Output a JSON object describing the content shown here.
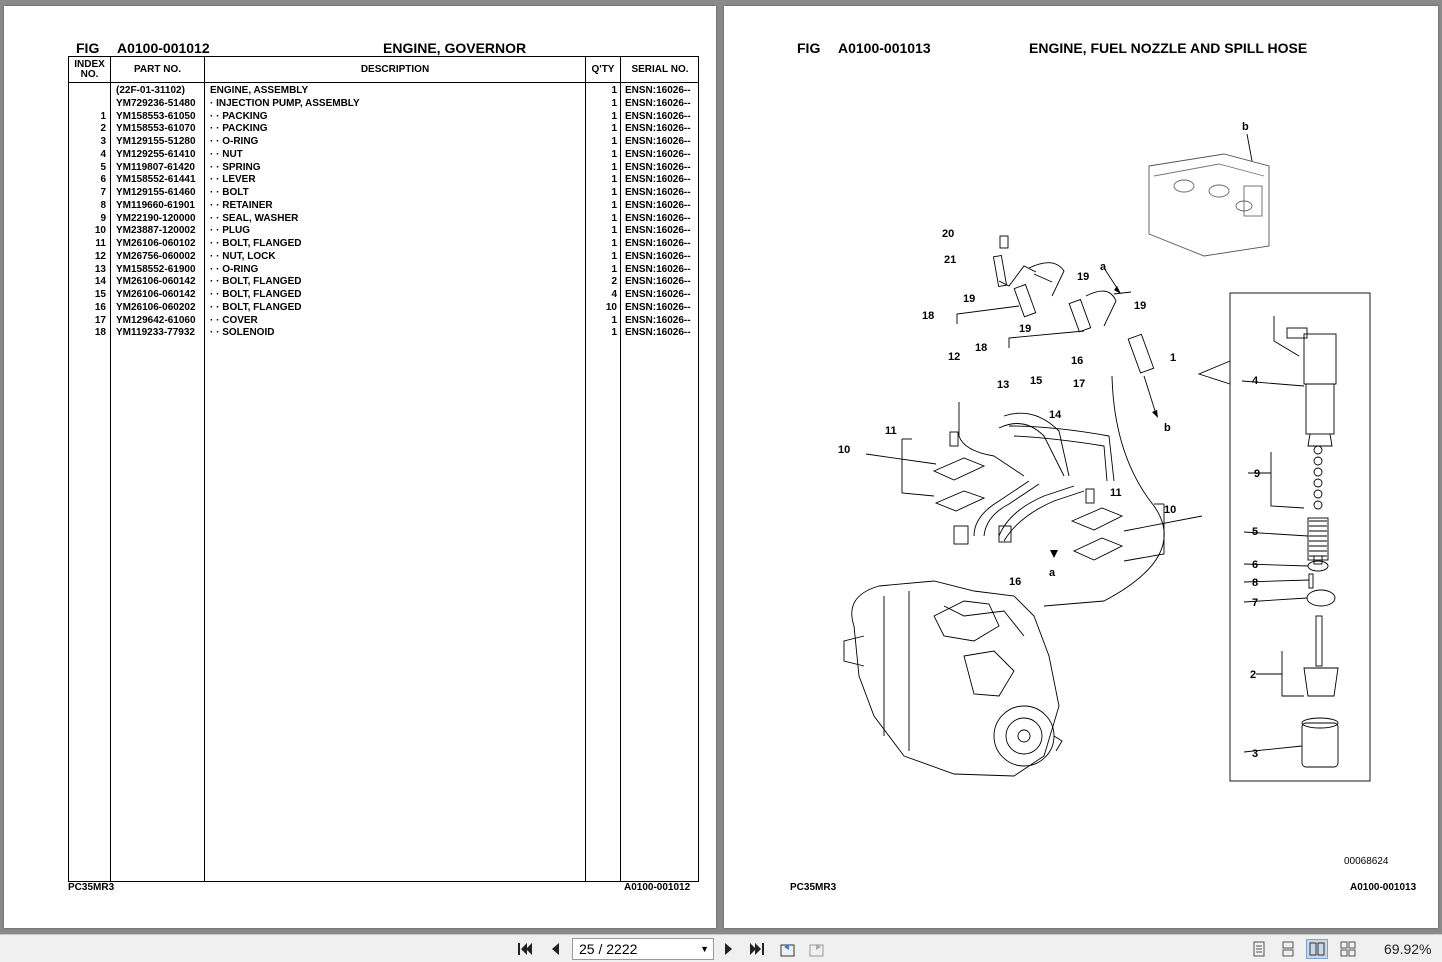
{
  "left_page": {
    "fig_label": "FIG",
    "fig_number": "A0100-001012",
    "title": "ENGINE, GOVERNOR",
    "columns": {
      "index": "INDEX NO.",
      "part": "PART NO.",
      "desc": "DESCRIPTION",
      "qty": "Q'TY",
      "serial": "SERIAL NO."
    },
    "rows": [
      {
        "index": "",
        "part": "(22F-01-31102)",
        "desc": "ENGINE, ASSEMBLY",
        "qty": "1",
        "serial": "ENSN:16026--"
      },
      {
        "index": "",
        "part": "YM729236-51480",
        "desc": "·  INJECTION PUMP, ASSEMBLY",
        "qty": "1",
        "serial": "ENSN:16026--"
      },
      {
        "index": "1",
        "part": "YM158553-61050",
        "desc": "·  ·  PACKING",
        "qty": "1",
        "serial": "ENSN:16026--"
      },
      {
        "index": "2",
        "part": "YM158553-61070",
        "desc": "·  ·  PACKING",
        "qty": "1",
        "serial": "ENSN:16026--"
      },
      {
        "index": "3",
        "part": "YM129155-51280",
        "desc": "·  ·  O-RING",
        "qty": "1",
        "serial": "ENSN:16026--"
      },
      {
        "index": "4",
        "part": "YM129255-61410",
        "desc": "·  ·  NUT",
        "qty": "1",
        "serial": "ENSN:16026--"
      },
      {
        "index": "5",
        "part": "YM119807-61420",
        "desc": "·  ·  SPRING",
        "qty": "1",
        "serial": "ENSN:16026--"
      },
      {
        "index": "6",
        "part": "YM158552-61441",
        "desc": "·  ·  LEVER",
        "qty": "1",
        "serial": "ENSN:16026--"
      },
      {
        "index": "7",
        "part": "YM129155-61460",
        "desc": "·  ·  BOLT",
        "qty": "1",
        "serial": "ENSN:16026--"
      },
      {
        "index": "8",
        "part": "YM119660-61901",
        "desc": "·  ·  RETAINER",
        "qty": "1",
        "serial": "ENSN:16026--"
      },
      {
        "index": "9",
        "part": "YM22190-120000",
        "desc": "·  ·  SEAL, WASHER",
        "qty": "1",
        "serial": "ENSN:16026--"
      },
      {
        "index": "10",
        "part": "YM23887-120002",
        "desc": "·  ·  PLUG",
        "qty": "1",
        "serial": "ENSN:16026--"
      },
      {
        "index": "11",
        "part": "YM26106-060102",
        "desc": "·  ·  BOLT, FLANGED",
        "qty": "1",
        "serial": "ENSN:16026--"
      },
      {
        "index": "12",
        "part": "YM26756-060002",
        "desc": "·  ·  NUT, LOCK",
        "qty": "1",
        "serial": "ENSN:16026--"
      },
      {
        "index": "13",
        "part": "YM158552-61900",
        "desc": "·  ·  O-RING",
        "qty": "1",
        "serial": "ENSN:16026--"
      },
      {
        "index": "14",
        "part": "YM26106-060142",
        "desc": "·  ·  BOLT, FLANGED",
        "qty": "2",
        "serial": "ENSN:16026--"
      },
      {
        "index": "15",
        "part": "YM26106-060142",
        "desc": "·  ·  BOLT, FLANGED",
        "qty": "4",
        "serial": "ENSN:16026--"
      },
      {
        "index": "16",
        "part": "YM26106-060202",
        "desc": "·  ·  BOLT, FLANGED",
        "qty": "10",
        "serial": "ENSN:16026--"
      },
      {
        "index": "17",
        "part": "YM129642-61060",
        "desc": "·  ·  COVER",
        "qty": "1",
        "serial": "ENSN:16026--"
      },
      {
        "index": "18",
        "part": "YM119233-77932",
        "desc": "·  ·  SOLENOID",
        "qty": "1",
        "serial": "ENSN:16026--"
      }
    ],
    "footer_model": "PC35MR3",
    "footer_fig": "A0100-001012"
  },
  "right_page": {
    "fig_label": "FIG",
    "fig_number": "A0100-001013",
    "title": "ENGINE, FUEL NOZZLE AND SPILL HOSE",
    "illustration_code": "00068624",
    "footer_model": "PC35MR3",
    "footer_fig": "A0100-001013",
    "callouts": {
      "b_top": "b",
      "n20": "20",
      "n21": "21",
      "n19a": "19",
      "a_top": "a",
      "n18a": "18",
      "n19b": "19",
      "n19c": "19",
      "n19d": "19",
      "n18b": "18",
      "n16a": "16",
      "n1": "1",
      "n12": "12",
      "n13": "13",
      "n15": "15",
      "n17": "17",
      "b_mid": "b",
      "n14": "14",
      "n11a": "11",
      "n10a": "10",
      "n11b": "11",
      "n10b": "10",
      "a_mid": "a",
      "n16b": "16",
      "n4": "4",
      "n9": "9",
      "n5": "5",
      "n6": "6",
      "n8": "8",
      "n7": "7",
      "n2": "2",
      "n3": "3"
    }
  },
  "viewer": {
    "page_indicator": "25 / 2222",
    "zoom": "69.92%",
    "icons": [
      "first-page-icon",
      "prev-page-icon",
      "next-page-icon",
      "last-page-icon",
      "back-view-icon",
      "forward-view-icon",
      "single-page-icon",
      "continuous-icon",
      "two-page-icon",
      "two-page-continuous-icon"
    ]
  }
}
